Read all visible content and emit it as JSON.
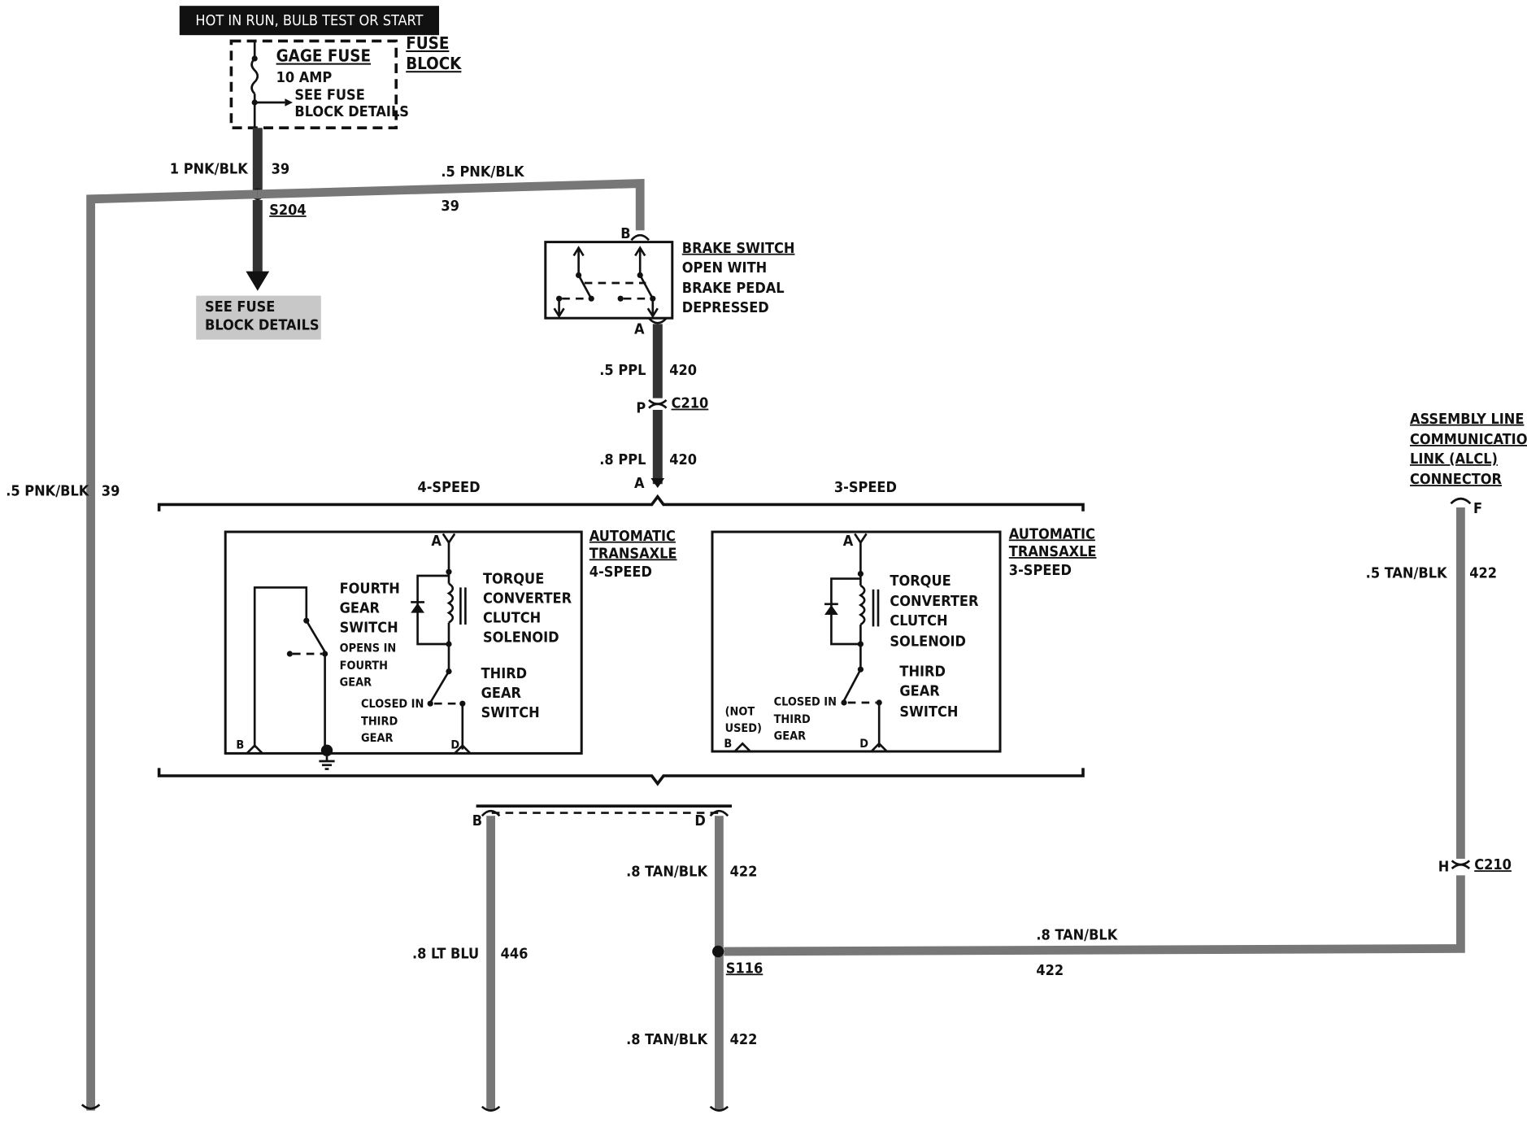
{
  "header": {
    "power_label": "HOT IN RUN, BULB TEST OR START"
  },
  "fuse": {
    "name": "GAGE FUSE",
    "rating": "10 AMP",
    "see_line1": "SEE FUSE",
    "see_line2": "BLOCK DETAILS",
    "block_line1": "FUSE",
    "block_line2": "BLOCK"
  },
  "see_fuse_box": {
    "line1": "SEE FUSE",
    "line2": "BLOCK DETAILS"
  },
  "splices": {
    "s204": "S204",
    "s116": "S116"
  },
  "wires": {
    "w1": {
      "gauge_color": "1 PNK/BLK",
      "circuit": "39"
    },
    "w2": {
      "gauge_color": ".5 PNK/BLK",
      "circuit": "39"
    },
    "w3": {
      "gauge_color": ".5 PNK/BLK",
      "circuit": "39"
    },
    "w4": {
      "gauge_color": ".5 PPL",
      "circuit": "420"
    },
    "w5": {
      "gauge_color": ".8 PPL",
      "circuit": "420"
    },
    "w6": {
      "gauge_color": ".8 TAN/BLK",
      "circuit": "422"
    },
    "w7": {
      "gauge_color": ".8 LT BLU",
      "circuit": "446"
    },
    "w8": {
      "gauge_color": ".8 TAN/BLK",
      "circuit": "422"
    },
    "w9": {
      "gauge_color": ".8 TAN/BLK",
      "circuit": "422"
    },
    "w10": {
      "gauge_color": ".5 TAN/BLK",
      "circuit": "422"
    }
  },
  "brake_switch": {
    "line1": "BRAKE SWITCH",
    "line2": "OPEN WITH",
    "line3": "BRAKE PEDAL",
    "line4": "DEPRESSED",
    "pin_top": "B",
    "pin_bottom": "A"
  },
  "c210": {
    "name": "C210",
    "pin_upper": "P",
    "pin_lower": "A",
    "pin_alcl": "H"
  },
  "variants": {
    "four_speed": "4-SPEED",
    "three_speed": "3-SPEED"
  },
  "trans4": {
    "title1": "AUTOMATIC",
    "title2": "TRANSAXLE",
    "title3": "4-SPEED",
    "pin_a": "A",
    "pin_b": "B",
    "pin_d": "D",
    "fourth1": "FOURTH",
    "fourth2": "GEAR",
    "fourth3": "SWITCH",
    "opens1": "OPENS IN",
    "opens2": "FOURTH",
    "opens3": "GEAR",
    "tcc1": "TORQUE",
    "tcc2": "CONVERTER",
    "tcc3": "CLUTCH",
    "tcc4": "SOLENOID",
    "third1": "THIRD",
    "third2": "GEAR",
    "third3": "SWITCH",
    "closed1": "CLOSED IN",
    "closed2": "THIRD",
    "closed3": "GEAR"
  },
  "trans3": {
    "title1": "AUTOMATIC",
    "title2": "TRANSAXLE",
    "title3": "3-SPEED",
    "pin_a": "A",
    "pin_b": "B",
    "pin_d": "D",
    "notused1": "(NOT",
    "notused2": "USED)",
    "tcc1": "TORQUE",
    "tcc2": "CONVERTER",
    "tcc3": "CLUTCH",
    "tcc4": "SOLENOID",
    "third1": "THIRD",
    "third2": "GEAR",
    "third3": "SWITCH",
    "closed1": "CLOSED IN",
    "closed2": "THIRD",
    "closed3": "GEAR"
  },
  "bottom_pins": {
    "b": "B",
    "d": "D"
  },
  "alcl": {
    "line1": "ASSEMBLY LINE",
    "line2": "COMMUNICATION",
    "line3": "LINK (ALCL)",
    "line4": "CONNECTOR",
    "pin": "F"
  }
}
